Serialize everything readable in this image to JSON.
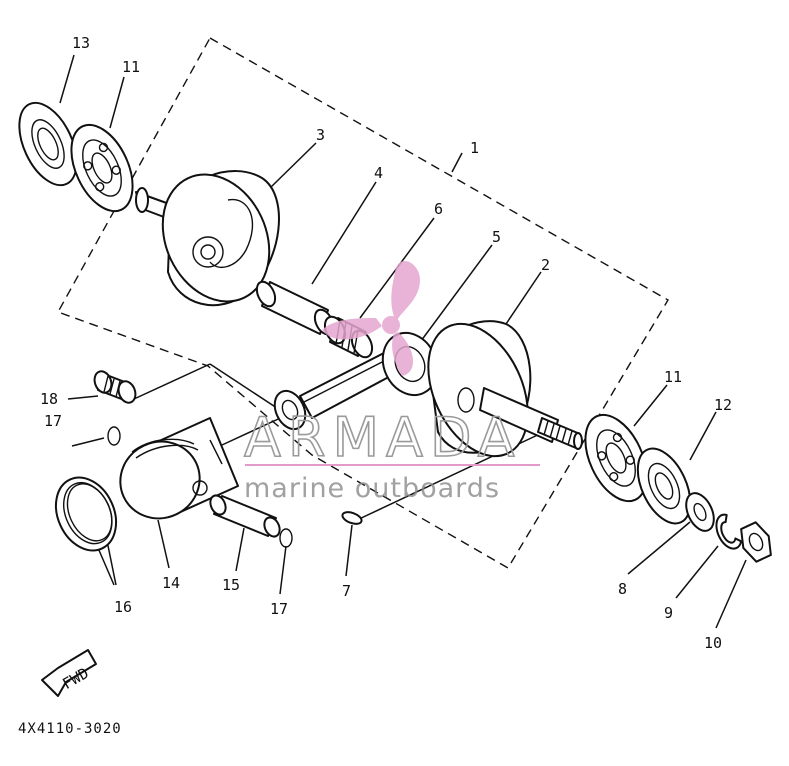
{
  "diagram": {
    "part_code": "4X4110-3020",
    "fwd_label": "FWD",
    "callouts": {
      "c1": "1",
      "c2": "2",
      "c3": "3",
      "c4": "4",
      "c5": "5",
      "c6": "6",
      "c7": "7",
      "c8": "8",
      "c9": "9",
      "c10": "10",
      "c11a": "11",
      "c11b": "11",
      "c12": "12",
      "c13": "13",
      "c14": "14",
      "c15": "15",
      "c16": "16",
      "c17a": "17",
      "c17b": "17",
      "c18": "18"
    }
  },
  "watermark": {
    "brand": "ARMADA",
    "tagline": "marine outboards",
    "logo_color": "#e4a6cf",
    "line_color": "#e29bc9"
  }
}
